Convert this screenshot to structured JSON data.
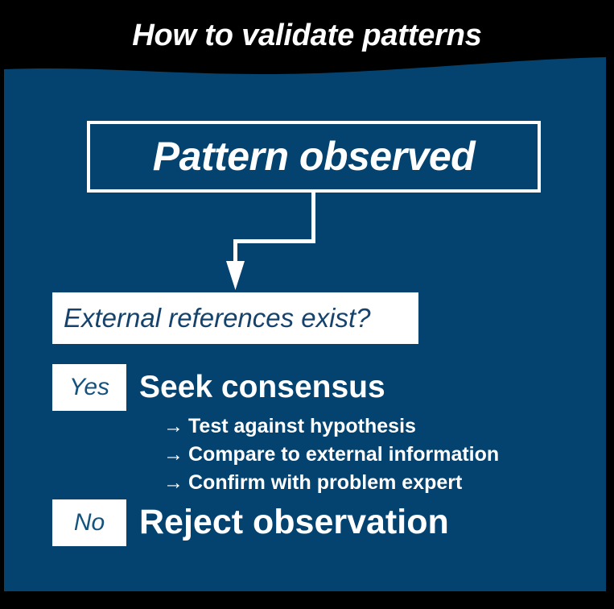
{
  "slide": {
    "title": "How to validate patterns",
    "background_color": "#000000",
    "panel_color": "#04436F",
    "accent_white": "#FFFFFF",
    "text_blue": "#15436B"
  },
  "flow": {
    "start_node": {
      "label": "Pattern observed",
      "style": "outlined-box"
    },
    "connector": {
      "icon": "down-arrow-connector",
      "direction": "down-left-down"
    },
    "decision": {
      "label": "External references exist?",
      "style": "filled-white-box"
    },
    "branches": [
      {
        "tag": "Yes",
        "action": "Seek consensus",
        "steps": [
          {
            "arrow": "→",
            "text": "Test against hypothesis"
          },
          {
            "arrow": "→",
            "text": "Compare to external information"
          },
          {
            "arrow": "→",
            "text": "Confirm with problem expert"
          }
        ]
      },
      {
        "tag": "No",
        "action": "Reject observation",
        "steps": []
      }
    ]
  }
}
